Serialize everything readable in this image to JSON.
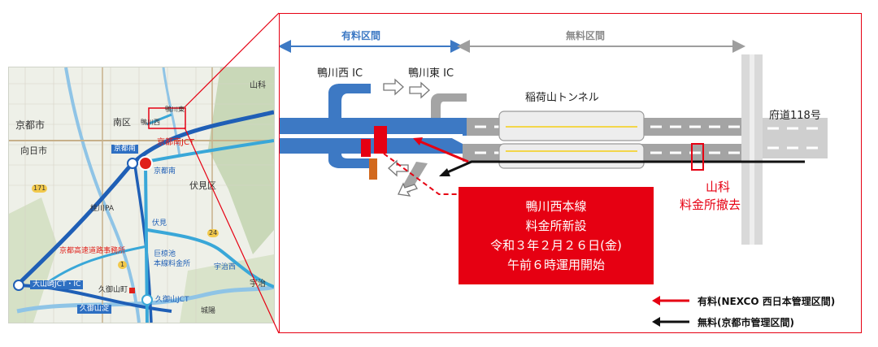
{
  "minimap": {
    "places": {
      "kyoto_city": "京都市",
      "minami_ku": "南区",
      "muko_city": "向日市",
      "fushimi_ku": "伏見区",
      "yamashina": "山科",
      "uji": "宇治"
    },
    "road_labels": {
      "kyoto_minami_ic": "京都南",
      "kyoto_minami_jct": "京都南JCT",
      "kyoto_minami_short": "京都南",
      "katsuragawa_pa": "桂川PA",
      "kamogawa_higashi": "鴨川東",
      "kamogawa_nishi": "鴨川西",
      "fushimi": "伏見",
      "ogura": "巨椋池",
      "ogura2": "本線料金所",
      "uji_nishi": "宇治西",
      "kumiyama_jct": "大山崎JCT・IC",
      "kumiyama_town": "久御山町",
      "kumiyama_jct2": "久御山JCT",
      "kumiyama_tan": "久御山淀",
      "jyo": "城陽",
      "office": "京都高速道路事務所",
      "route171": "171",
      "route24": "24",
      "route1": "1"
    }
  },
  "diagram": {
    "paid_section_label": "有料区間",
    "free_section_label": "無料区間",
    "kamogawa_nishi_ic": "鴨川西 IC",
    "kamogawa_higashi_ic": "鴨川東 IC",
    "tunnel_label": "稲荷山トンネル",
    "prefectural_road_label": "府道118号",
    "callout_lines": [
      "鴨川西本線",
      "料金所新設",
      "令和３年２月２６日(金)",
      "午前６時運用開始"
    ],
    "yamashina_lines": [
      "山科",
      "料金所撤去"
    ],
    "legend": {
      "paid": "有料(NEXCO 西日本管理区間)",
      "free": "無料(京都市管理区間)"
    },
    "colors": {
      "paid": "#3d79c4",
      "free": "#9e9e9e",
      "red": "#e60012",
      "black": "#111111"
    }
  }
}
